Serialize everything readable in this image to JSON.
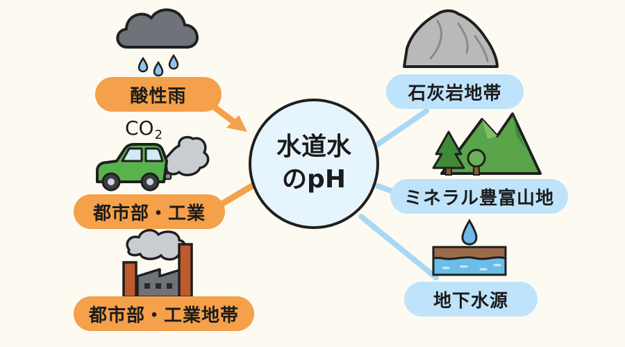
{
  "center": {
    "line1": "水道水",
    "line2": "のpH"
  },
  "left_factors": [
    {
      "label": "酸性雨",
      "icon": "rain-cloud-icon"
    },
    {
      "label": "都市部・工業",
      "icon": "car-exhaust-icon"
    },
    {
      "label": "都市部・工業地帯",
      "icon": "factory-icon"
    }
  ],
  "co2": {
    "main": "CO",
    "sub": "2"
  },
  "right_factors": [
    {
      "label": "石灰岩地帯",
      "icon": "limestone-rock-icon"
    },
    {
      "label": "ミネラル豊富山地",
      "icon": "mountain-icon"
    },
    {
      "label": "地下水源",
      "icon": "groundwater-icon"
    }
  ],
  "colors": {
    "orange_pill": "#f5a04a",
    "blue_pill": "#bfe3fa",
    "center_fill": "#e6f5fd",
    "orange_arrow": "#f5a04a",
    "blue_connector": "#a9d8f5"
  }
}
